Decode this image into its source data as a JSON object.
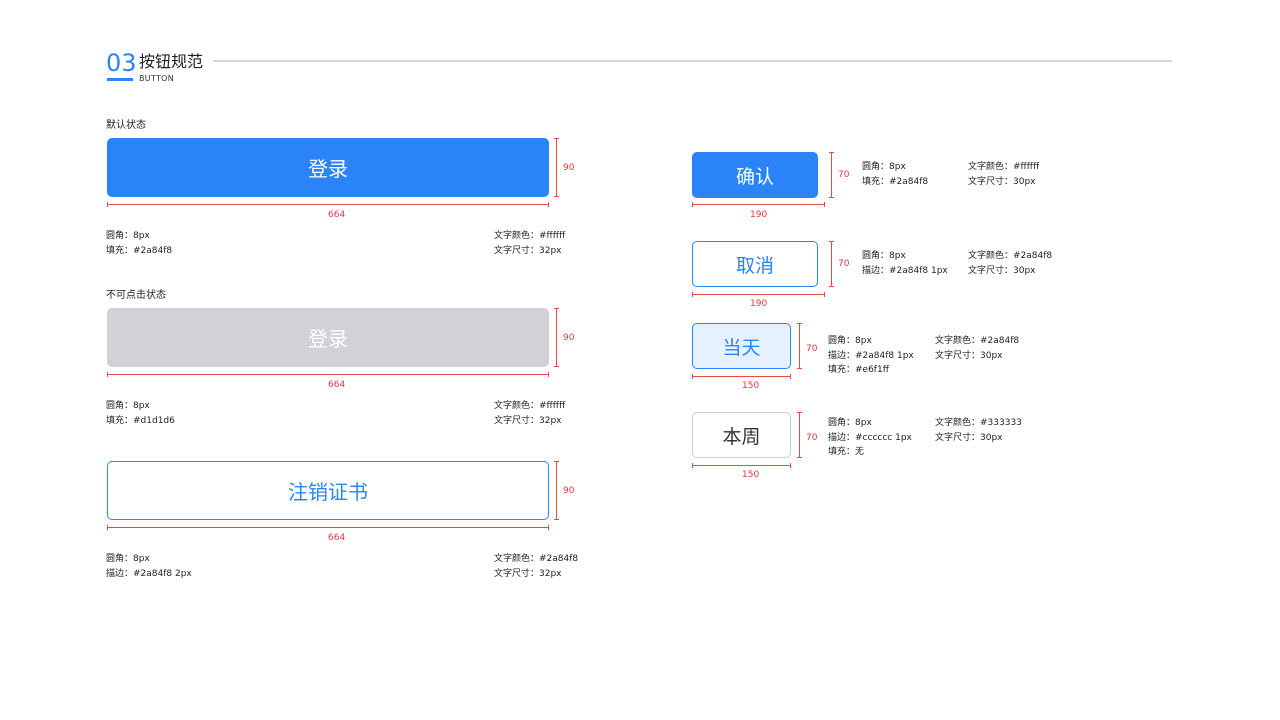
{
  "header": {
    "number": "03",
    "title": "按钮规范",
    "subtitle": "BUTTON"
  },
  "colors": {
    "primary": "#2a84f8",
    "disabled": "#d1d1d6",
    "selected_fill": "#e6f1ff",
    "plain_border": "#cccccc",
    "plain_text": "#333333",
    "dimension_line": "#e84a4a"
  },
  "large_buttons": [
    {
      "section_label": "默认状态",
      "label": "登录",
      "width_label": "664",
      "height_label": "90",
      "spec_left": [
        "圆角：8px",
        "填充：#2a84f8"
      ],
      "spec_right": [
        "文字颜色：#ffffff",
        "文字尺寸：32px"
      ]
    },
    {
      "section_label": "不可点击状态",
      "label": "登录",
      "width_label": "664",
      "height_label": "90",
      "spec_left": [
        "圆角：8px",
        "填充：#d1d1d6"
      ],
      "spec_right": [
        "文字颜色：#ffffff",
        "文字尺寸：32px"
      ]
    },
    {
      "section_label": "",
      "label": "注销证书",
      "width_label": "664",
      "height_label": "90",
      "spec_left": [
        "圆角：8px",
        "描边：#2a84f8  2px"
      ],
      "spec_right": [
        "文字颜色：#2a84f8",
        "文字尺寸：32px"
      ]
    }
  ],
  "small_buttons": [
    {
      "label": "确认",
      "width_label": "190",
      "height_label": "70",
      "spec_left": [
        "圆角：8px",
        "填充：#2a84f8"
      ],
      "spec_right": [
        "文字颜色：#ffffff",
        "文字尺寸：30px"
      ]
    },
    {
      "label": "取消",
      "width_label": "190",
      "height_label": "70",
      "spec_left": [
        "圆角：8px",
        "描边：#2a84f8  1px"
      ],
      "spec_right": [
        "文字颜色：#2a84f8",
        "文字尺寸：30px"
      ]
    },
    {
      "label": "当天",
      "width_label": "150",
      "height_label": "70",
      "spec_left": [
        "圆角：8px",
        "描边：#2a84f8  1px",
        "填充：#e6f1ff"
      ],
      "spec_right": [
        "文字颜色：#2a84f8",
        "文字尺寸：30px"
      ]
    },
    {
      "label": "本周",
      "width_label": "150",
      "height_label": "70",
      "spec_left": [
        "圆角：8px",
        "描边：#cccccc  1px",
        "填充：无"
      ],
      "spec_right": [
        "文字颜色：#333333",
        "文字尺寸：30px"
      ]
    }
  ]
}
